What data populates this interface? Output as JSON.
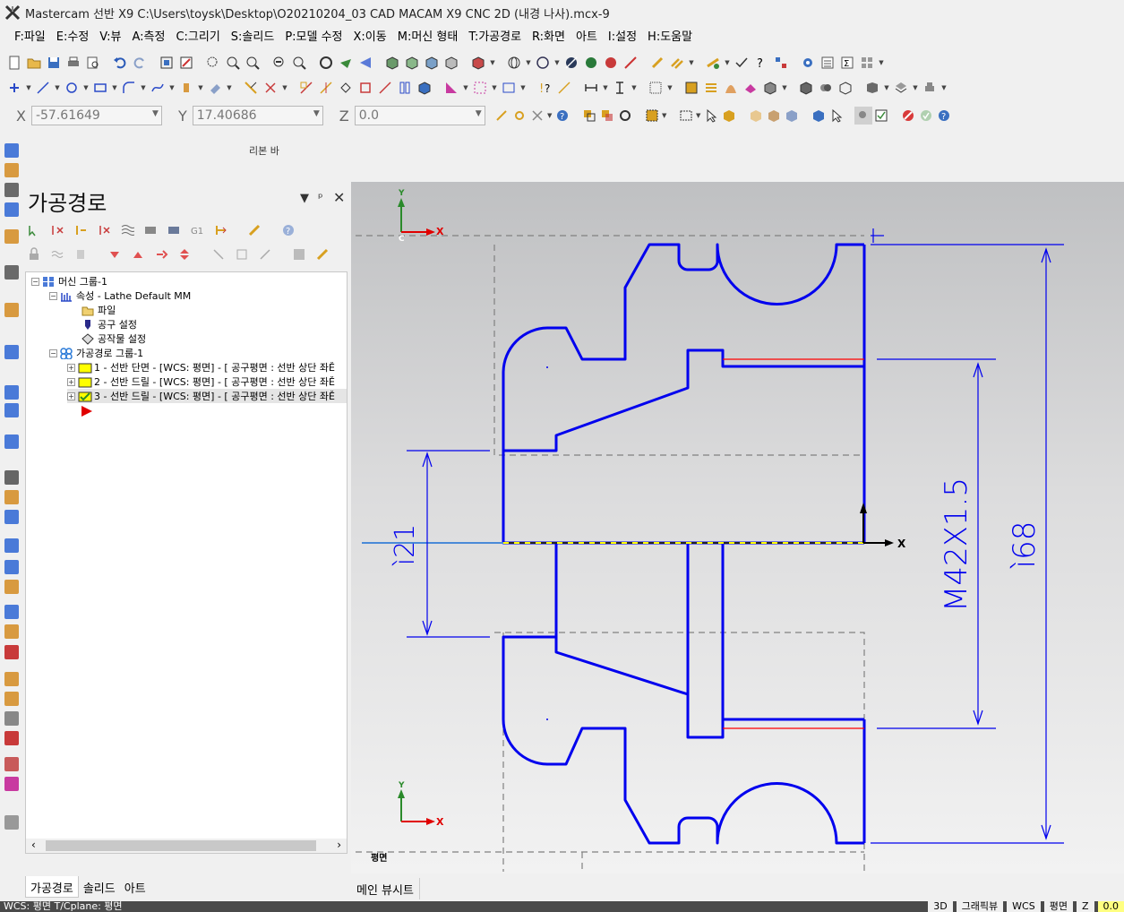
{
  "window": {
    "title": "Mastercam 선반 X9  C:\\Users\\toysk\\Desktop\\O20210204_03 CAD MACAM X9 CNC 2D (내경 나사).mcx-9"
  },
  "menu": {
    "items": [
      "F:파일",
      "E:수정",
      "V:뷰",
      "A:측정",
      "C:그리기",
      "S:솔리드",
      "P:모델 수정",
      "X:이동",
      "M:머신 형태",
      "T:가공경로",
      "R:화면",
      "아트",
      "I:설정",
      "H:도움말"
    ]
  },
  "coords": {
    "x_label": "X",
    "x_value": "-57.61649",
    "y_label": "Y",
    "y_value": "17.40686",
    "z_label": "Z",
    "z_value": "0.0"
  },
  "ribbon": {
    "label": "리본 바"
  },
  "panel": {
    "title": "가공경로",
    "tree": {
      "machine_group": "머신 그룹-1",
      "properties": "속성 - Lathe Default MM",
      "files": "파일",
      "tool_settings": "공구 설정",
      "stock_settings": "공작물 설정",
      "toolpath_group": "가공경로 그룹-1",
      "ops": [
        "1 - 선반 단면 - [WCS: 평면] - [  공구평면 : 선반 상단 좌Ě",
        "2 - 선반 드릴 - [WCS: 평면] - [  공구평면 : 선반 상단 좌Ě",
        "3 - 선반 드릴 - [WCS: 평면] - [  공구평면 : 선반 상단 좌Ě"
      ]
    },
    "tabs": [
      "가공경로",
      "솔리드",
      "아트"
    ]
  },
  "viewport": {
    "tab": "메인 뷰시트",
    "view_label": "평면",
    "axis_x": "X",
    "axis_y": "Y",
    "axis_c": "C",
    "dims": {
      "d21": "ì21",
      "m42": "M42X1.5",
      "d68": "ì68"
    },
    "colors": {
      "geometry": "#0000ee",
      "stock": "#808080",
      "centerline": "#ffff00",
      "thread": "#ff0000"
    }
  },
  "status": {
    "left": "WCS: 평면   T/Cplane: 평면",
    "cells": [
      "3D",
      "그래픽뷰",
      "WCS",
      "평면",
      "Z",
      "0.0"
    ]
  }
}
